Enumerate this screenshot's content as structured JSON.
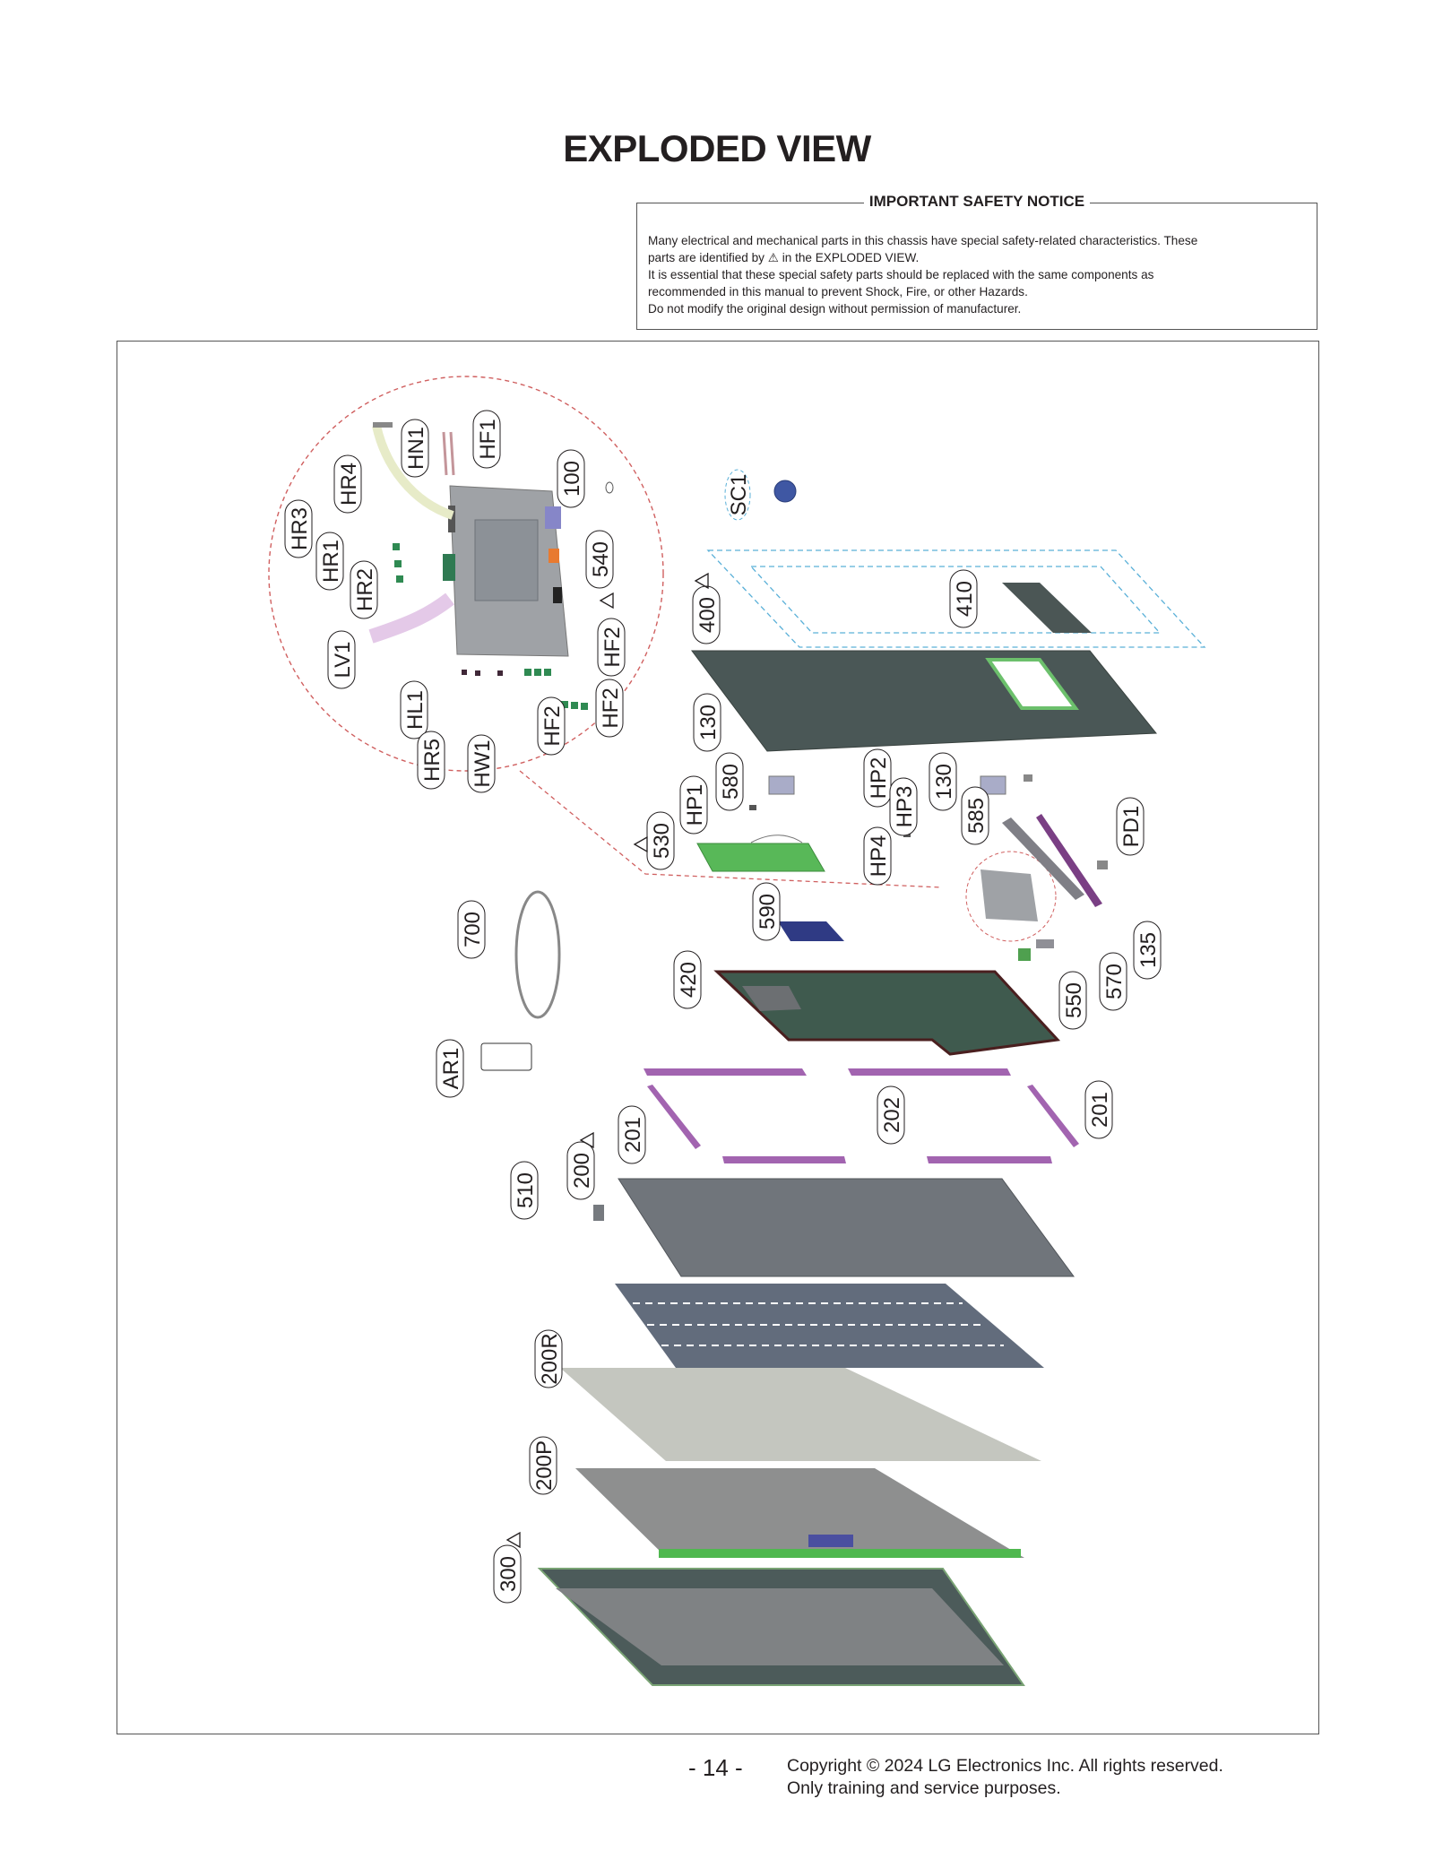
{
  "page": {
    "title": "EXPLODED VIEW",
    "page_number": "- 14 -",
    "copyright_line1": "Copyright © 2024 LG Electronics Inc. All rights reserved.",
    "copyright_line2": "Only training and service purposes."
  },
  "safety_notice": {
    "heading": "IMPORTANT SAFETY NOTICE",
    "line1": "Many electrical and mechanical parts in this chassis have special safety-related characteristics. These",
    "line2_pre": "parts are identified by ",
    "line2_symbol": "⚠",
    "line2_post": " in the EXPLODED VIEW.",
    "line3": "It is essential that these special safety parts should be replaced with the same components as",
    "line4": "recommended in this manual to prevent Shock, Fire, or other Hazards.",
    "line5": "Do not modify the original design without permission of manufacturer."
  },
  "callouts": {
    "detail": [
      "HR4",
      "HN1",
      "HF1",
      "100",
      "HR3",
      "HR1",
      "HR2",
      "540",
      "LV1",
      "HF2",
      "HL1",
      "HR5",
      "HW1",
      "HF2",
      "HF2"
    ],
    "main": [
      "SC1",
      "410",
      "400",
      "130",
      "580",
      "HP1",
      "530",
      "HP2",
      "HP3",
      "HP4",
      "130",
      "585",
      "PD1",
      "590",
      "135",
      "570",
      "550",
      "420",
      "700",
      "AR1",
      "201",
      "202",
      "201",
      "200",
      "510",
      "200R",
      "200P",
      "300"
    ]
  },
  "safety_marked_parts": [
    "540",
    "400",
    "530",
    "200",
    "300"
  ],
  "colors": {
    "rear_cover": "#4a5756",
    "main_board": "#9a9ea2",
    "power_board": "#5cb85c",
    "guide_panel": "#9a5ba8",
    "back_plate": "#6b6f74",
    "reflector": "#c4c6bf",
    "panel": "#8e8f8f",
    "frame": "#4c5b5a",
    "detail_circle": "#d06060",
    "screw_outline": "#5ab0d8"
  }
}
